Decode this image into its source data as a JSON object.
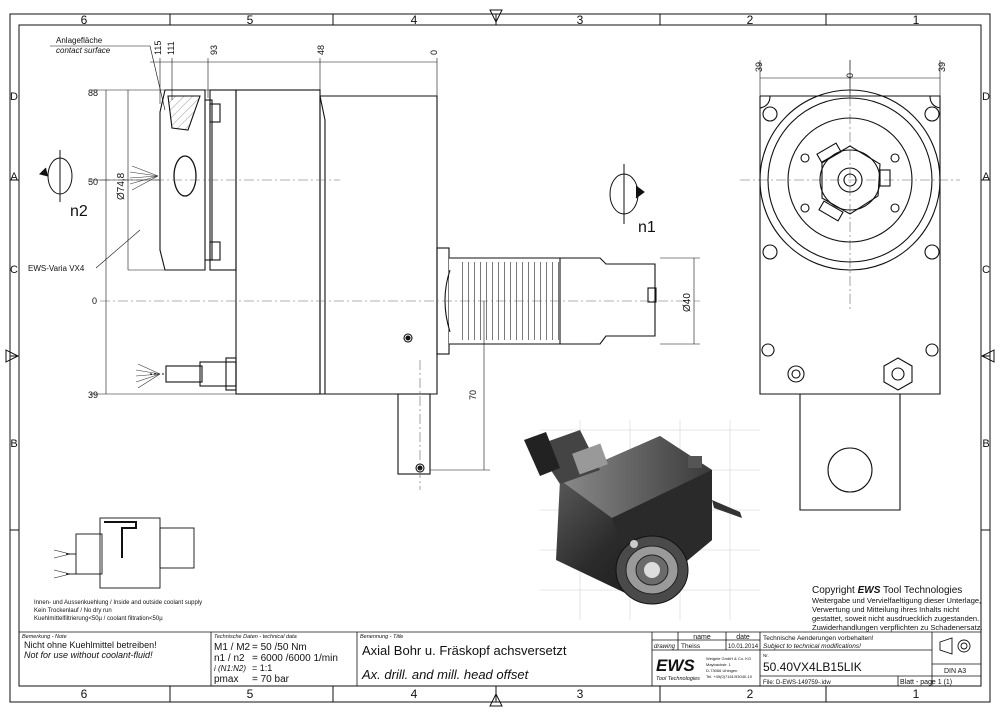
{
  "zones": {
    "columns": [
      "6",
      "5",
      "4",
      "3",
      "2",
      "1"
    ],
    "rows": [
      "D",
      "C",
      "B",
      "A"
    ]
  },
  "labels": {
    "contact_de": "Anlagefläche",
    "contact_en": "contact surface",
    "holder": "EWS-Varia VX4",
    "dia_spindle": "Ø74,8",
    "dia_shank": "Ø40",
    "rot_left": "n2",
    "rot_right": "n1"
  },
  "dims_top": [
    "115",
    "111",
    "93",
    "48",
    "0"
  ],
  "dims_left": [
    "88",
    "50",
    "0",
    "39"
  ],
  "dims_right": [
    "39",
    "0",
    "39"
  ],
  "dim_70": "70",
  "coolant": {
    "l1": "Innen- und Aussenkuehlung / Inside and outside coolant supply",
    "l2": "Kein Trockenlauf / No dry run",
    "l3": "Kuehlmittelfiltrierung<50µ / coolant filtration<50µ"
  },
  "copyright": {
    "title_prefix": "Copyright",
    "brand": "EWS",
    "title_suffix": "Tool Technologies",
    "l1": "Weitergabe und Vervielfaeltigung dieser Unterlage,",
    "l2": "Verwertung und Mitteilung ihres Inhalts nicht",
    "l3": "gestattet, soweit nicht ausdruecklich zugestanden.",
    "l4": "Zuwiderhandlungen verpflichten zu Schadenersatz."
  },
  "title_block": {
    "note_hdr": "Bemerkung - Note",
    "note_de": "Nicht ohne Kuehlmittel betreiben!",
    "note_en": "Not for use without coolant-fluid!",
    "tech_hdr": "Technische Daten - technical data",
    "torque_lbl": "M1 / M2",
    "torque_val": "= 50  /50  Nm",
    "speed_lbl": "n1 / n2",
    "speed_val": "= 6000 /6000  1/min",
    "ratio_lbl": "i  (N1:N2)",
    "ratio_val": "= 1:1",
    "pmax_lbl": "pmax",
    "pmax_val": "= 70  bar",
    "title_hdr": "Benennung - Title",
    "title_de": "Axial Bohr u. Fräskopf achsversetzt",
    "title_en": "Ax. drill. and mill. head offset",
    "col_name": "name",
    "col_date": "date",
    "row_drawing": "drawing",
    "drawer": "Theiss",
    "draw_date": "10.01.2014",
    "change_de": "Technische Aenderungen vorbehalten!",
    "change_en": "Subject to technical modifications!",
    "nr_lbl": "Nr.",
    "part_no": "50.40VX4LB15LIK",
    "file": "File: D-EWS-149759-.idw",
    "sheet": "Blatt - page  1 (1)",
    "din": "DIN A3",
    "logo": "EWS",
    "logo_sub": "Tool Technologies",
    "addr1": "Weigele GmbH & Co. KG",
    "addr2": "Maybachstr. 1",
    "addr3": "D-73066 Uhingen",
    "addr4": "Tel. +49(0)7161/93040-10"
  }
}
